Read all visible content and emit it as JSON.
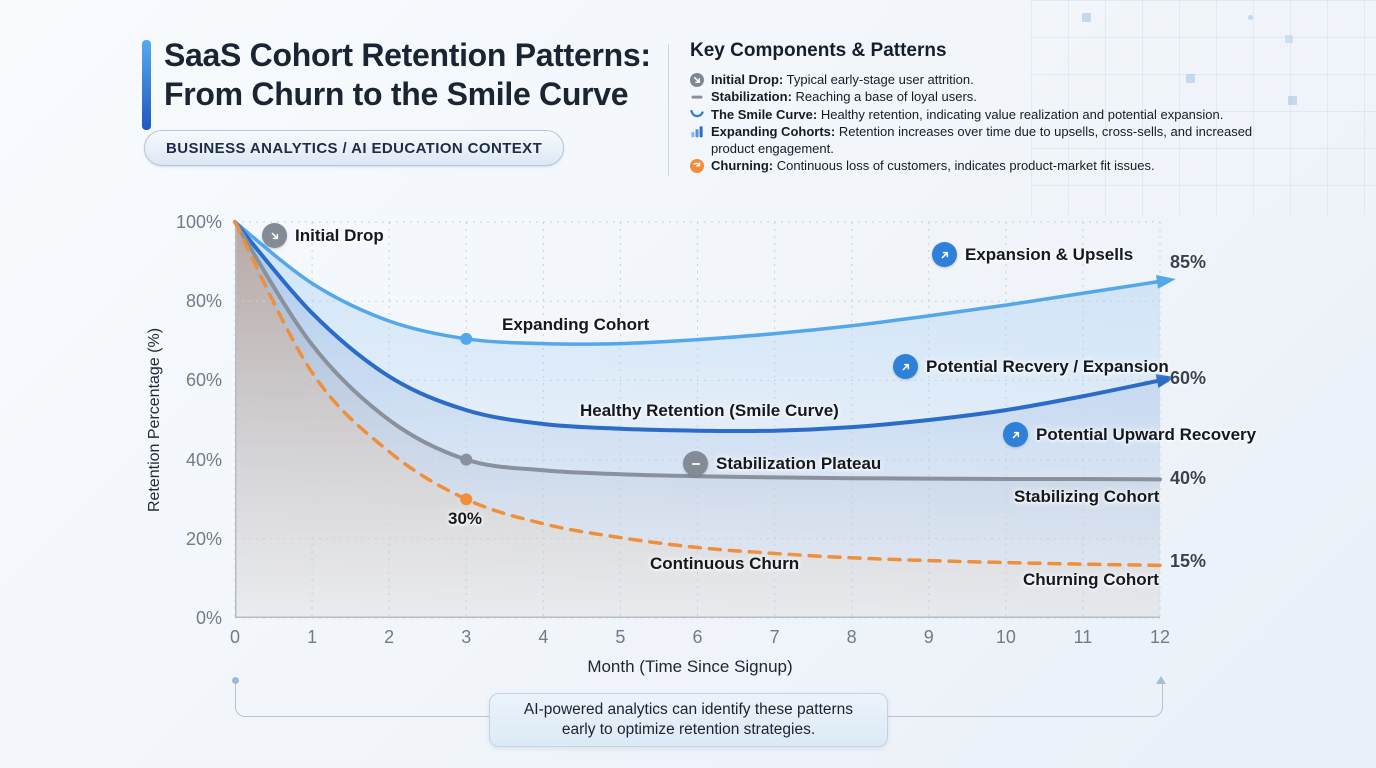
{
  "header": {
    "title_line1": "SaaS Cohort Retention Patterns:",
    "title_line2": "From Churn to the Smile Curve",
    "badge": "BUSINESS ANALYTICS / AI EDUCATION CONTEXT"
  },
  "legend": {
    "heading": "Key Components & Patterns",
    "items": [
      {
        "icon": "initial-drop-icon",
        "term": "Initial Drop",
        "desc": " Typical early-stage user attrition."
      },
      {
        "icon": "stabilization-dash-icon",
        "term": "Stabilization",
        "desc": " Reaching a base of loyal users."
      },
      {
        "icon": "smile-curve-icon",
        "term": "The Smile Curve",
        "desc": " Healthy retention, indicating value realization and potential expansion."
      },
      {
        "icon": "expanding-bars-icon",
        "term": "Expanding Cohorts",
        "desc": " Retention increases over time due to upsells, cross-sells, and increased product engagement."
      },
      {
        "icon": "churning-icon",
        "term": "Churning",
        "desc": " Continuous loss of customers, indicates product-market fit issues."
      }
    ],
    "term_suffix": ":"
  },
  "chart": {
    "ylabel": "Retention Percentage (%)",
    "xlabel": "Month (Time Since Signup)",
    "annotations": {
      "initial_drop": "Initial Drop",
      "expanding_cohort": "Expanding Cohort",
      "expansion_upsells": "Expansion & Upsells",
      "pct_85": "85%",
      "potential_recovery": "Potential Recvery / Expansion",
      "pct_60": "60%",
      "healthy_retention": "Healthy Retention (Smile Curve)",
      "potential_upward": "Potential Upward Recovery",
      "stabilization_plateau": "Stabilization Plateau",
      "pct_40": "40%",
      "stabilizing_cohort": "Stabilizing Cohort",
      "pct_30": "30%",
      "continuous_churn": "Continuous Churn",
      "pct_15": "15%",
      "churning_cohort": "Churning Cohort"
    }
  },
  "chart_data": {
    "type": "line",
    "title": "SaaS Cohort Retention Patterns: From Churn to the Smile Curve",
    "xlabel": "Month (Time Since Signup)",
    "ylabel": "Retention Percentage (%)",
    "x": [
      0,
      1,
      2,
      3,
      4,
      5,
      6,
      7,
      8,
      9,
      10,
      11,
      12
    ],
    "xlim": [
      0,
      12
    ],
    "ylim": [
      0,
      100
    ],
    "x_ticks": [
      "0",
      "1",
      "2",
      "3",
      "4",
      "5",
      "6",
      "7",
      "8",
      "9",
      "10",
      "11",
      "12"
    ],
    "y_ticks": [
      "100%",
      "80%",
      "60%",
      "40%",
      "20%",
      "0%"
    ],
    "y_tick_values": [
      100,
      80,
      60,
      40,
      20,
      0
    ],
    "grid": "dashed",
    "legend_position": "in-chart labels",
    "series": [
      {
        "name": "Expanding Cohort",
        "color": "#53a7ea",
        "style": "solid",
        "width": 3.5,
        "arrow_end": true,
        "end_label": "85%",
        "marker_at": {
          "x": 3,
          "y": 70.5
        },
        "values": [
          100,
          84.5,
          75,
          70.5,
          69.3,
          69.3,
          70.3,
          71.8,
          73.8,
          76.3,
          79,
          82,
          85
        ],
        "fill_top": "rgba(125,185,240,0.34)",
        "fill_bottom": "rgba(200,222,245,0.05)"
      },
      {
        "name": "Healthy Retention (Smile Curve)",
        "color": "#2b6cc8",
        "style": "solid",
        "width": 4,
        "arrow_end": true,
        "end_label": "60%",
        "values": [
          100,
          77,
          61,
          52.5,
          49,
          47.8,
          47.3,
          47.3,
          48.2,
          50,
          52.5,
          56,
          60
        ],
        "fill_top": "rgba(95,140,210,0.32)",
        "fill_bottom": "rgba(160,185,225,0.05)"
      },
      {
        "name": "Stabilizing Cohort",
        "color": "#8a919c",
        "style": "solid",
        "width": 4,
        "arrow_end": false,
        "end_label": "40%",
        "marker_at": {
          "x": 3,
          "y": 40
        },
        "values": [
          100,
          69,
          50,
          40,
          37.3,
          36.3,
          35.8,
          35.5,
          35.3,
          35.2,
          35.1,
          35.1,
          35
        ],
        "fill_top": "rgba(125,133,150,0.30)",
        "fill_bottom": "rgba(170,175,188,0.06)"
      },
      {
        "name": "Churning Cohort",
        "color": "#ef8f3c",
        "style": "dashed",
        "width": 3.5,
        "arrow_end": false,
        "end_label": "15%",
        "marker_at": {
          "x": 3,
          "y": 30
        },
        "point_label": {
          "text": "30%",
          "x": 3,
          "y": 30
        },
        "values": [
          100,
          62,
          42,
          30,
          23.8,
          20.3,
          17.8,
          16.3,
          15.2,
          14.5,
          14,
          13.6,
          13.3
        ],
        "fill_top": "rgba(240,148,66,0.32)",
        "fill_bottom": "rgba(247,210,170,0.10)"
      }
    ]
  },
  "footer": {
    "note_line1": "AI-powered analytics can identify these patterns",
    "note_line2": "early to optimize retention strategies."
  },
  "colors": {
    "accent_gradient_top": "#55abee",
    "accent_gradient_bottom": "#2157c0",
    "light_blue_series": "#53a7ea",
    "dark_blue_series": "#2b6cc8",
    "gray_series": "#8a919c",
    "orange_series": "#ef8f3c",
    "annotation_blue_circle": "#2f80d8",
    "annotation_gray_circle": "#838b96"
  }
}
